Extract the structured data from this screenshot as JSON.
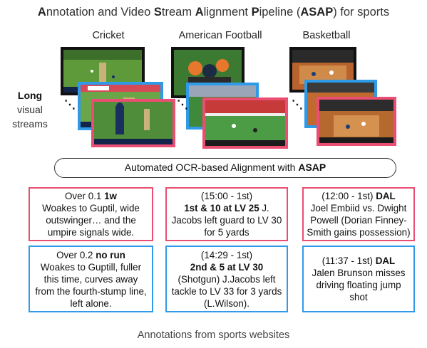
{
  "title": {
    "parts": [
      {
        "text": "A",
        "bold": true
      },
      {
        "text": "nnotation and Video ",
        "bold": false
      },
      {
        "text": "S",
        "bold": true
      },
      {
        "text": "tream ",
        "bold": false
      },
      {
        "text": "A",
        "bold": true
      },
      {
        "text": "lignment ",
        "bold": false
      },
      {
        "text": "P",
        "bold": true
      },
      {
        "text": "ipeline (",
        "bold": false
      },
      {
        "text": "ASAP",
        "bold": true
      },
      {
        "text": ") for sports",
        "bold": false
      }
    ]
  },
  "sports": [
    "Cricket",
    "American Football",
    "Basketball"
  ],
  "side_label": {
    "bold": "Long",
    "rest": [
      "visual",
      "streams"
    ]
  },
  "pill": {
    "text": "Automated OCR-based Alignment with ",
    "bold": "ASAP"
  },
  "annotations": {
    "cricket": [
      {
        "lines": [
          [
            {
              "t": "Over 0.1 ",
              "b": false
            },
            {
              "t": "1w",
              "b": true
            }
          ],
          [
            {
              "t": "Woakes to Guptil, wide",
              "b": false
            }
          ],
          [
            {
              "t": "outswinger… and the",
              "b": false
            }
          ],
          [
            {
              "t": "umpire signals wide.",
              "b": false
            }
          ]
        ]
      },
      {
        "lines": [
          [
            {
              "t": "Over 0.2 ",
              "b": false
            },
            {
              "t": "no run",
              "b": true
            }
          ],
          [
            {
              "t": "Woakes to Guptill, fuller",
              "b": false
            }
          ],
          [
            {
              "t": "this time, curves away",
              "b": false
            }
          ],
          [
            {
              "t": "from the fourth-stump line,",
              "b": false
            }
          ],
          [
            {
              "t": "left alone.",
              "b": false
            }
          ]
        ]
      }
    ],
    "football": [
      {
        "lines": [
          [
            {
              "t": "(15:00 - 1st)",
              "b": false
            }
          ],
          [
            {
              "t": "1st & 10 at LV 25",
              "b": true
            },
            {
              "t": " J.",
              "b": false
            }
          ],
          [
            {
              "t": "Jacobs left guard to LV 30",
              "b": false
            }
          ],
          [
            {
              "t": "for 5 yards",
              "b": false
            }
          ]
        ]
      },
      {
        "lines": [
          [
            {
              "t": "(14:29 - 1st)",
              "b": false
            }
          ],
          [
            {
              "t": "2nd & 5 at LV 30",
              "b": true
            }
          ],
          [
            {
              "t": "(Shotgun) J.Jacobs left",
              "b": false
            }
          ],
          [
            {
              "t": "tackle to LV 33 for 3 yards",
              "b": false
            }
          ],
          [
            {
              "t": "(L.Wilson).",
              "b": false
            }
          ]
        ]
      }
    ],
    "basketball": [
      {
        "lines": [
          [
            {
              "t": "(12:00 - 1st) ",
              "b": false
            },
            {
              "t": "DAL",
              "b": true
            }
          ],
          [
            {
              "t": "Joel Embiid vs. Dwight",
              "b": false
            }
          ],
          [
            {
              "t": "Powell (Dorian Finney-",
              "b": false
            }
          ],
          [
            {
              "t": "Smith gains possession)",
              "b": false
            }
          ]
        ]
      },
      {
        "lines": [
          [
            {
              "t": "(11:37 - 1st) ",
              "b": false
            },
            {
              "t": "DAL",
              "b": true
            }
          ],
          [
            {
              "t": "Jalen Brunson misses",
              "b": false
            }
          ],
          [
            {
              "t": "driving floating jump shot",
              "b": false
            }
          ]
        ]
      }
    ]
  },
  "footer": "Annotations from sports websites",
  "colors": {
    "red": "#ea4e72",
    "blue": "#2f9be8",
    "black": "#111111"
  }
}
